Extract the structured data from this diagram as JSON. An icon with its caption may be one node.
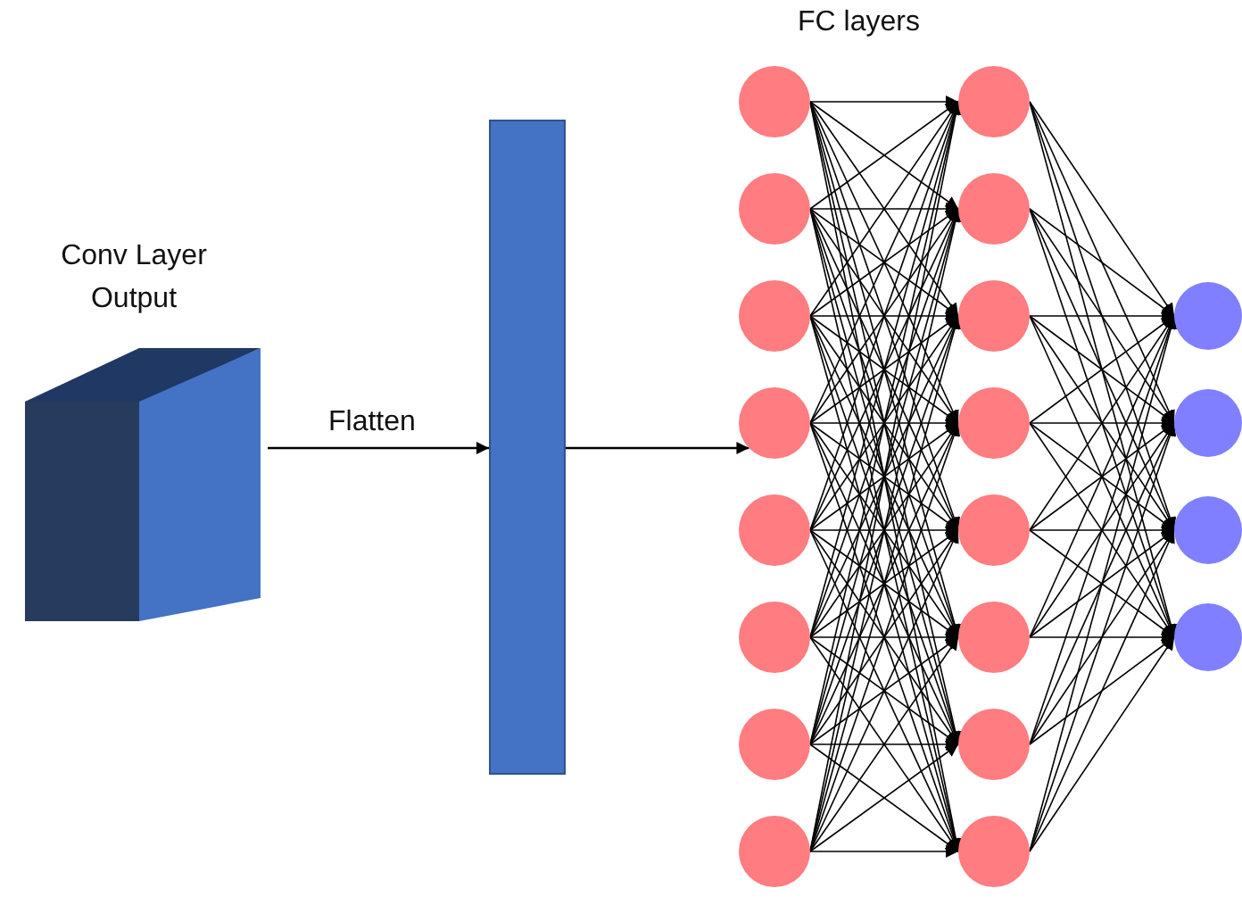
{
  "diagram": {
    "nodes": [
      {
        "text": [
          "Conv Layer Output"
        ]
      },
      {
        "text": [],
        "shape": "bar"
      },
      {
        "text": [],
        "shape": "circle"
      },
      {
        "text": [],
        "shape": "circle"
      },
      {
        "text": [],
        "shape": "circle"
      },
      {
        "text": [],
        "shape": "circle"
      },
      {
        "text": [],
        "shape": "circle"
      },
      {
        "text": [],
        "shape": "circle"
      },
      {
        "text": [],
        "shape": "circle"
      },
      {
        "text": [],
        "shape": "circle"
      },
      {
        "text": [],
        "shape": "circle"
      },
      {
        "text": [],
        "shape": "circle"
      },
      {
        "text": [],
        "shape": "circle"
      },
      {
        "text": [],
        "shape": "circle"
      },
      {
        "text": [],
        "shape": "circle"
      },
      {
        "text": [],
        "shape": "circle"
      },
      {
        "text": [],
        "shape": "circle"
      },
      {
        "text": [],
        "shape": "circle"
      },
      {
        "text": [],
        "shape": "circle"
      },
      {
        "text": [],
        "shape": "circle"
      },
      {
        "text": [],
        "shape": "circle"
      },
      {
        "text": [],
        "shape": "circle"
      }
    ],
    "edges": [
      {
        "from": 0,
        "to": 1,
        "arrow": "to",
        "label": "Flatten"
      },
      {
        "from": 1,
        "to": 5,
        "arrow": "to"
      },
      {
        "from": 2,
        "to": 10,
        "arrow": "to"
      },
      {
        "from": 2,
        "to": 11,
        "arrow": "to"
      },
      {
        "from": 2,
        "to": 12,
        "arrow": "to"
      },
      {
        "from": 2,
        "to": 13,
        "arrow": "to"
      },
      {
        "from": 2,
        "to": 14,
        "arrow": "to"
      },
      {
        "from": 2,
        "to": 15,
        "arrow": "to"
      },
      {
        "from": 2,
        "to": 16,
        "arrow": "to"
      },
      {
        "from": 2,
        "to": 17,
        "arrow": "to"
      },
      {
        "from": 3,
        "to": 10,
        "arrow": "to"
      },
      {
        "from": 3,
        "to": 11,
        "arrow": "to"
      },
      {
        "from": 3,
        "to": 12,
        "arrow": "to"
      },
      {
        "from": 3,
        "to": 13,
        "arrow": "to"
      },
      {
        "from": 3,
        "to": 14,
        "arrow": "to"
      },
      {
        "from": 3,
        "to": 15,
        "arrow": "to"
      },
      {
        "from": 3,
        "to": 16,
        "arrow": "to"
      },
      {
        "from": 3,
        "to": 17,
        "arrow": "to"
      },
      {
        "from": 4,
        "to": 10,
        "arrow": "to"
      },
      {
        "from": 4,
        "to": 11,
        "arrow": "to"
      },
      {
        "from": 4,
        "to": 12,
        "arrow": "to"
      },
      {
        "from": 4,
        "to": 13,
        "arrow": "to"
      },
      {
        "from": 4,
        "to": 14,
        "arrow": "to"
      },
      {
        "from": 4,
        "to": 15,
        "arrow": "to"
      },
      {
        "from": 4,
        "to": 16,
        "arrow": "to"
      },
      {
        "from": 4,
        "to": 17,
        "arrow": "to"
      },
      {
        "from": 5,
        "to": 10,
        "arrow": "to"
      },
      {
        "from": 5,
        "to": 11,
        "arrow": "to"
      },
      {
        "from": 5,
        "to": 12,
        "arrow": "to"
      },
      {
        "from": 5,
        "to": 13,
        "arrow": "to"
      },
      {
        "from": 5,
        "to": 14,
        "arrow": "to"
      },
      {
        "from": 5,
        "to": 15,
        "arrow": "to"
      },
      {
        "from": 5,
        "to": 16,
        "arrow": "to"
      },
      {
        "from": 5,
        "to": 17,
        "arrow": "to"
      },
      {
        "from": 6,
        "to": 10,
        "arrow": "to"
      },
      {
        "from": 6,
        "to": 11,
        "arrow": "to"
      },
      {
        "from": 6,
        "to": 12,
        "arrow": "to"
      },
      {
        "from": 6,
        "to": 13,
        "arrow": "to"
      },
      {
        "from": 6,
        "to": 14,
        "arrow": "to"
      },
      {
        "from": 6,
        "to": 15,
        "arrow": "to"
      },
      {
        "from": 6,
        "to": 16,
        "arrow": "to"
      },
      {
        "from": 6,
        "to": 17,
        "arrow": "to"
      },
      {
        "from": 7,
        "to": 10,
        "arrow": "to"
      },
      {
        "from": 7,
        "to": 11,
        "arrow": "to"
      },
      {
        "from": 7,
        "to": 12,
        "arrow": "to"
      },
      {
        "from": 7,
        "to": 13,
        "arrow": "to"
      },
      {
        "from": 7,
        "to": 14,
        "arrow": "to"
      },
      {
        "from": 7,
        "to": 15,
        "arrow": "to"
      },
      {
        "from": 7,
        "to": 16,
        "arrow": "to"
      },
      {
        "from": 7,
        "to": 17,
        "arrow": "to"
      },
      {
        "from": 8,
        "to": 10,
        "arrow": "to"
      },
      {
        "from": 8,
        "to": 11,
        "arrow": "to"
      },
      {
        "from": 8,
        "to": 12,
        "arrow": "to"
      },
      {
        "from": 8,
        "to": 13,
        "arrow": "to"
      },
      {
        "from": 8,
        "to": 14,
        "arrow": "to"
      },
      {
        "from": 8,
        "to": 15,
        "arrow": "to"
      },
      {
        "from": 8,
        "to": 16,
        "arrow": "to"
      },
      {
        "from": 8,
        "to": 17,
        "arrow": "to"
      },
      {
        "from": 9,
        "to": 10,
        "arrow": "to"
      },
      {
        "from": 9,
        "to": 11,
        "arrow": "to"
      },
      {
        "from": 9,
        "to": 12,
        "arrow": "to"
      },
      {
        "from": 9,
        "to": 13,
        "arrow": "to"
      },
      {
        "from": 9,
        "to": 14,
        "arrow": "to"
      },
      {
        "from": 9,
        "to": 15,
        "arrow": "to"
      },
      {
        "from": 9,
        "to": 16,
        "arrow": "to"
      },
      {
        "from": 9,
        "to": 17,
        "arrow": "to"
      },
      {
        "from": 10,
        "to": 18,
        "arrow": "to"
      },
      {
        "from": 10,
        "to": 19,
        "arrow": "to"
      },
      {
        "from": 10,
        "to": 20,
        "arrow": "to"
      },
      {
        "from": 10,
        "to": 21,
        "arrow": "to"
      },
      {
        "from": 11,
        "to": 18,
        "arrow": "to"
      },
      {
        "from": 11,
        "to": 19,
        "arrow": "to"
      },
      {
        "from": 11,
        "to": 20,
        "arrow": "to"
      },
      {
        "from": 11,
        "to": 21,
        "arrow": "to"
      },
      {
        "from": 12,
        "to": 18,
        "arrow": "to"
      },
      {
        "from": 12,
        "to": 19,
        "arrow": "to"
      },
      {
        "from": 12,
        "to": 20,
        "arrow": "to"
      },
      {
        "from": 12,
        "to": 21,
        "arrow": "to"
      },
      {
        "from": 13,
        "to": 18,
        "arrow": "to"
      },
      {
        "from": 13,
        "to": 19,
        "arrow": "to"
      },
      {
        "from": 13,
        "to": 20,
        "arrow": "to"
      },
      {
        "from": 13,
        "to": 21,
        "arrow": "to"
      },
      {
        "from": 14,
        "to": 18,
        "arrow": "to"
      },
      {
        "from": 14,
        "to": 19,
        "arrow": "to"
      },
      {
        "from": 14,
        "to": 20,
        "arrow": "to"
      },
      {
        "from": 14,
        "to": 21,
        "arrow": "to"
      },
      {
        "from": 15,
        "to": 18,
        "arrow": "to"
      },
      {
        "from": 15,
        "to": 19,
        "arrow": "to"
      },
      {
        "from": 15,
        "to": 20,
        "arrow": "to"
      },
      {
        "from": 15,
        "to": 21,
        "arrow": "to"
      },
      {
        "from": 16,
        "to": 18,
        "arrow": "to"
      },
      {
        "from": 16,
        "to": 19,
        "arrow": "to"
      },
      {
        "from": 16,
        "to": 20,
        "arrow": "to"
      },
      {
        "from": 16,
        "to": 21,
        "arrow": "to"
      },
      {
        "from": 17,
        "to": 18,
        "arrow": "to"
      },
      {
        "from": 17,
        "to": 19,
        "arrow": "to"
      },
      {
        "from": 17,
        "to": 20,
        "arrow": "to"
      },
      {
        "from": 17,
        "to": 21,
        "arrow": "to"
      }
    ],
    "labels": [
      "FC layers"
    ]
  }
}
